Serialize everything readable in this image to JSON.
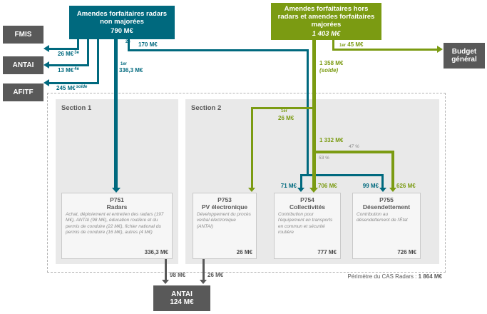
{
  "colors": {
    "teal": "#00697e",
    "green": "#7b9b12",
    "dark": "#595959"
  },
  "sources": {
    "radars": {
      "label": "Amendes forfaitaires radars non majorées",
      "amount": "790 M€"
    },
    "hors_radars": {
      "label": "Amendes forfaitaires hors radars et amendes forfaitaires majorées",
      "amount": "1 403 M€"
    }
  },
  "destinations": {
    "fmis": "FMIS",
    "antai": "ANTAI",
    "afitf": "AFITF",
    "budget": "Budget général",
    "antai_bottom": {
      "label": "ANTAI",
      "amount": "124 M€"
    }
  },
  "sections": {
    "s1": "Section 1",
    "s2": "Section 2"
  },
  "programs": {
    "p751": {
      "code": "P751",
      "title": "Radars",
      "description": "Achat, déploiement et entretien des radars (197 M€), ANTAI (98 M€), éducation routière et du permis de conduire (22 M€), fichier national du permis de conduire (16 M€), autres (4 M€)",
      "amount": "336,3 M€"
    },
    "p753": {
      "code": "P753",
      "title": "PV électronique",
      "description": "Développement du procès verbal électronique (ANTAI)",
      "amount": "26 M€"
    },
    "p754": {
      "code": "P754",
      "title": "Collectivités",
      "description": "Contribution pour l'équipement en transports en commun et sécurité routière",
      "amount": "777 M€"
    },
    "p755": {
      "code": "P755",
      "title": "Désendettement",
      "description": "Contribution au désendettement de l'État",
      "amount": "726 M€"
    }
  },
  "flows": {
    "to_fmis": {
      "amount": "26 M€",
      "ordinal": "3e"
    },
    "to_antai": {
      "amount": "13 M€",
      "ordinal": "4e"
    },
    "to_afitf": {
      "amount": "245 M€",
      "ordinal": "solde"
    },
    "to_p751": {
      "amount": "336,3 M€",
      "ordinal": "1er"
    },
    "to_section2": {
      "amount": "170 M€",
      "ordinal": "2e"
    },
    "to_budget": {
      "amount": "45 M€",
      "ordinal": "1er"
    },
    "green_solde": {
      "amount": "1 358 M€",
      "note": "(solde)"
    },
    "to_p753": {
      "amount": "26 M€",
      "ordinal": "1er"
    },
    "green_split": {
      "amount": "1 332 M€",
      "left_pct": "53 %",
      "right_pct": "47 %"
    },
    "teal_to_p754": {
      "amount": "71 M€"
    },
    "green_to_p754": {
      "amount": "706 M€"
    },
    "teal_to_p755": {
      "amount": "99 M€"
    },
    "green_to_p755": {
      "amount": "626 M€"
    },
    "p751_to_antai": {
      "amount": "98 M€"
    },
    "p753_to_antai": {
      "amount": "26 M€"
    }
  },
  "footer": {
    "label": "Périmètre du CAS Radars :",
    "amount": "1 864 M€"
  }
}
